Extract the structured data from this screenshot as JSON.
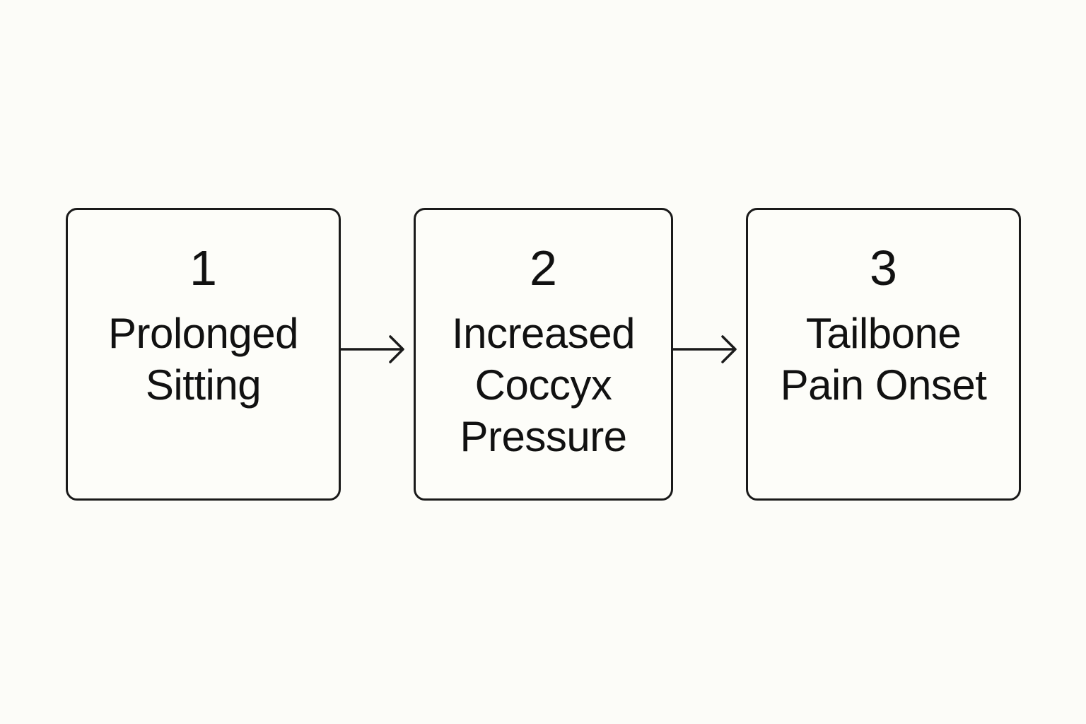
{
  "steps": [
    {
      "number": "1",
      "label": "Prolonged Sitting"
    },
    {
      "number": "2",
      "label": "Increased Coccyx Pressure"
    },
    {
      "number": "3",
      "label": "Tailbone Pain Onset"
    }
  ],
  "colors": {
    "background": "#fcfcf8",
    "stroke": "#1a1a1a",
    "text": "#111111"
  }
}
